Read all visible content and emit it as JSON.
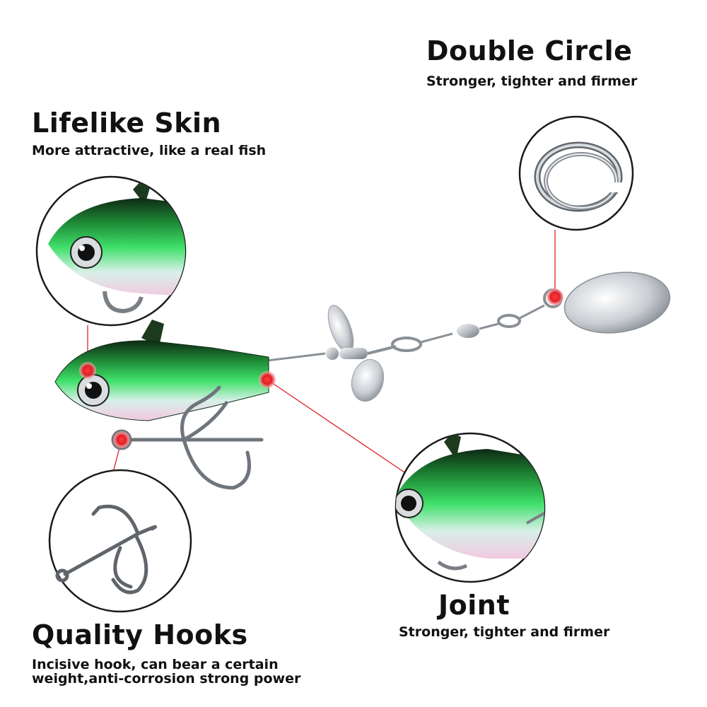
{
  "features": {
    "double_circle": {
      "title": "Double Circle",
      "desc": "Stronger,   tighter and firmer"
    },
    "lifelike_skin": {
      "title": "Lifelike Skin",
      "desc": "More attractive, like a real fish"
    },
    "joint": {
      "title": "Joint",
      "desc": "Stronger,   tighter and firmer"
    },
    "quality_hooks": {
      "title": "Quality Hooks",
      "desc_line1": "Incisive hook,   can bear a certain",
      "desc_line2": "weight,anti-corrosion strong power"
    }
  },
  "colors": {
    "callout_red": "#e0202a",
    "lure_green": "#27c24a",
    "lure_dark": "#0d2a14",
    "metal": "#9aa0a6"
  },
  "icons": [
    "split-ring-icon",
    "treble-hook-icon",
    "fish-lure-icon",
    "spinner-blade-icon",
    "propeller-icon",
    "swivel-icon"
  ]
}
